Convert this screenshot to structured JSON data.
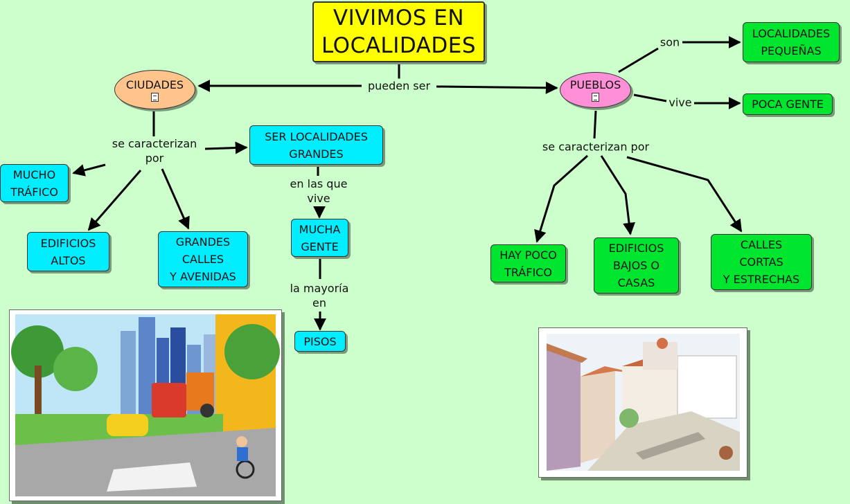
{
  "title": "VIVIMOS EN\nLOCALIDADES",
  "concepts": {
    "ciudades": "CIUDADES",
    "pueblos": "PUEBLOS",
    "localidades_pequenas": "LOCALIDADES\nPEQUEÑAS",
    "poca_gente": "POCA GENTE",
    "ser_localidades_grandes": "SER LOCALIDADES\nGRANDES",
    "mucho_trafico": "MUCHO\nTRÁFICO",
    "edificios_altos": "EDIFICIOS\nALTOS",
    "grandes_calles": "GRANDES\nCALLES\nY AVENIDAS",
    "mucha_gente": "MUCHA\nGENTE",
    "pisos": "PISOS",
    "hay_poco_trafico": "HAY POCO\nTRÁFICO",
    "edificios_bajos": "EDIFICIOS\nBAJOS O\nCASAS",
    "calles_cortas": "CALLES\nCORTAS\nY ESTRECHAS"
  },
  "links": {
    "pueden_ser": "pueden ser",
    "son": "son",
    "vive": "vive",
    "se_caracterizan_ciudades": "se caracterizan\npor",
    "se_caracterizan_pueblos": "se caracterizan por",
    "en_las_que_vive": "en las que\nvive",
    "la_mayoria_en": "la mayoría\nen"
  },
  "images": {
    "city": "city-illustration",
    "village": "village-watercolor"
  },
  "colors": {
    "background": "#ccffcc",
    "title": "#ffff00",
    "cyan": "#00eeff",
    "green": "#00e52e",
    "orange": "#ffc48c",
    "pink": "#ff8fd6"
  }
}
